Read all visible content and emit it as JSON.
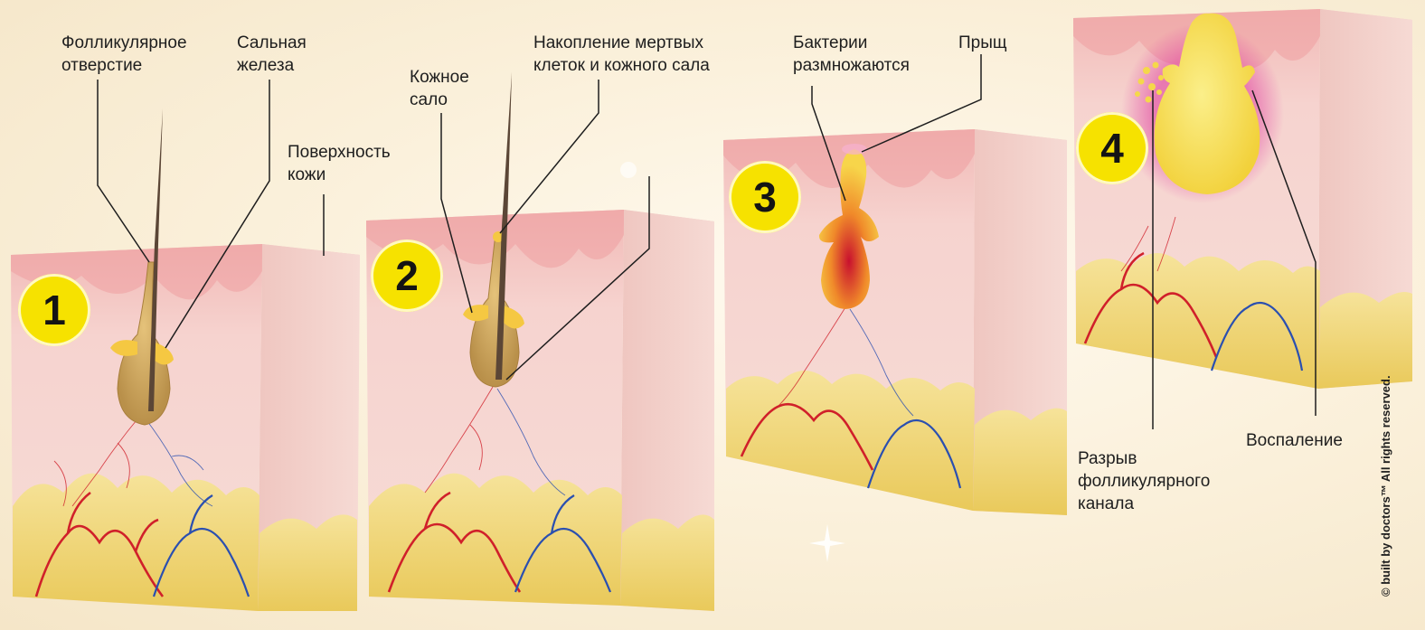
{
  "labels": {
    "follicle_opening": "Фолликулярное\nотверстие",
    "sebaceous_gland": "Сальная\nжелеза",
    "skin_surface": "Поверхность\nкожи",
    "sebum": "Кожное\nсало",
    "dead_cells": "Накопление мертвых\nклеток и кожного сала",
    "bacteria": "Бактерии\nразмножаются",
    "pimple": "Прыщ",
    "inflammation": "Воспаление",
    "rupture": "Разрыв\nфолликулярного\nканала"
  },
  "steps": [
    "1",
    "2",
    "3",
    "4"
  ],
  "copyright": "© built by doctors™ All rights reserved.",
  "colors": {
    "badge": "#f6e200",
    "skin_face": "#f4c9c4",
    "dermis": "#f6d9d4",
    "fat": "#f2da7a",
    "artery": "#d0202a",
    "vein": "#2a4fb0",
    "hair": "#5b4636",
    "sebum": "#f5c842",
    "pus": "#f7e04a",
    "inflamed": "#c8102e"
  }
}
